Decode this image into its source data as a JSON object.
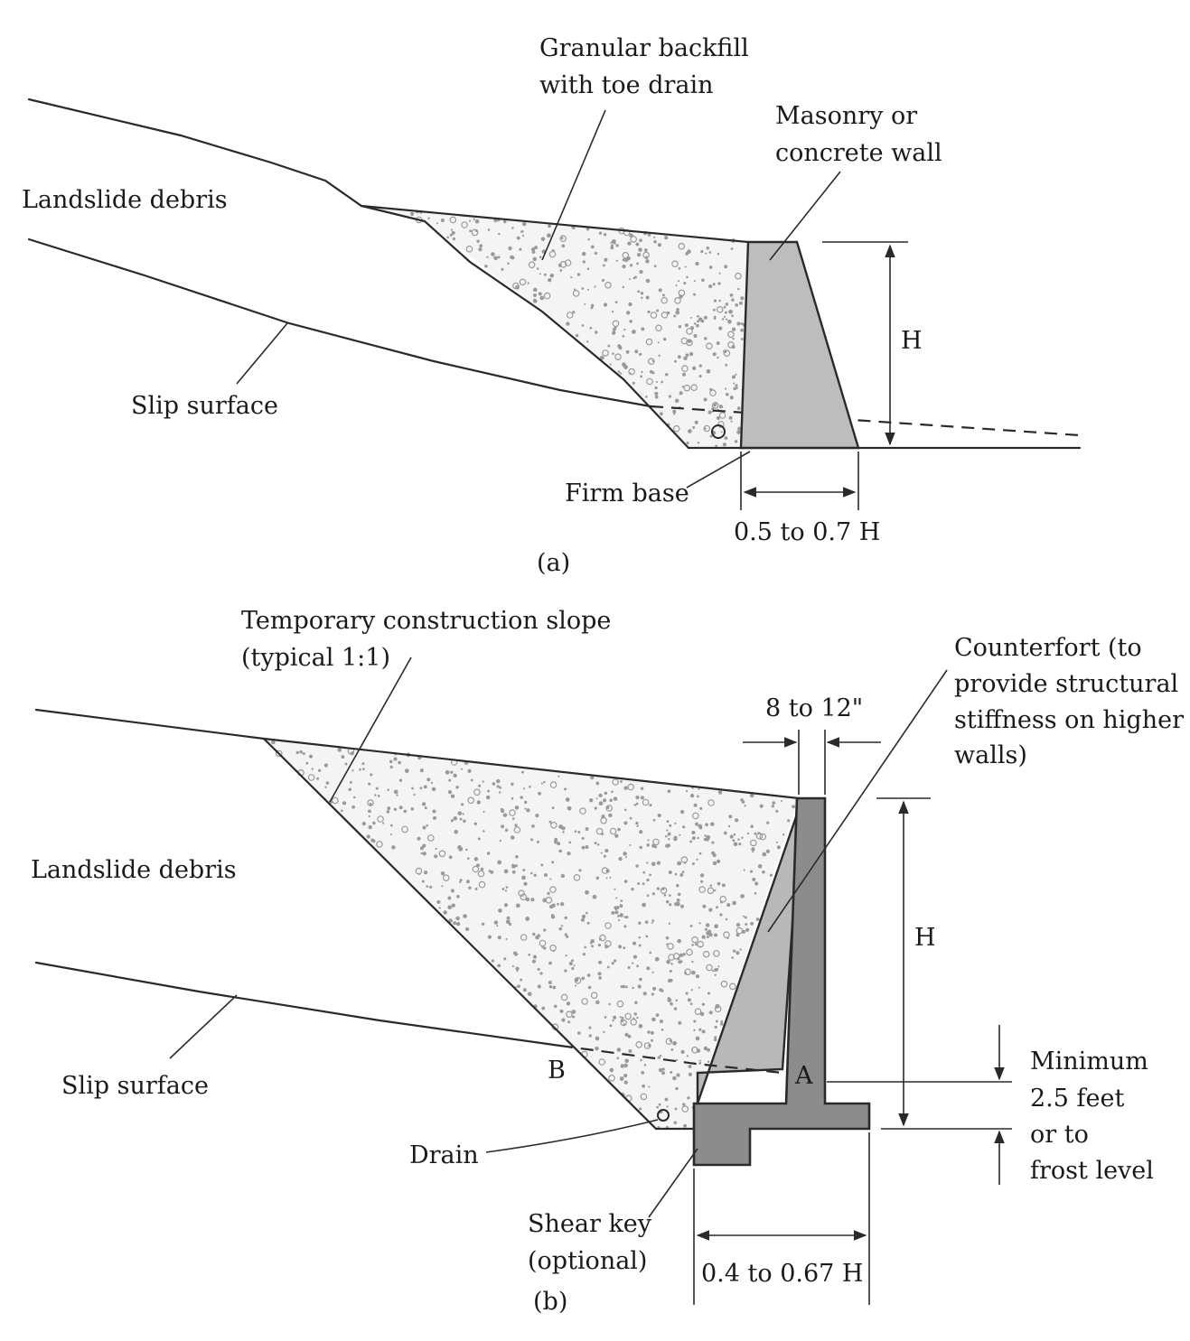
{
  "panel_a": {
    "caption": "(a)",
    "labels": {
      "backfill_line1": "Granular backfill",
      "backfill_line2": "with toe drain",
      "wall_line1": "Masonry or",
      "wall_line2": "concrete wall",
      "debris": "Landslide debris",
      "slip": "Slip surface",
      "base": "Firm base",
      "height": "H",
      "width": "0.5 to 0.7 H"
    }
  },
  "panel_b": {
    "caption": "(b)",
    "labels": {
      "slope_line1": "Temporary construction slope",
      "slope_line2": "(typical 1:1)",
      "counterfort_line1": "Counterfort (to",
      "counterfort_line2": "provide structural",
      "counterfort_line3": "stiffness on higher",
      "counterfort_line4": "walls)",
      "stem": "8 to 12\"",
      "debris": "Landslide debris",
      "height": "H",
      "min_line1": "Minimum",
      "min_line2": "2.5 feet",
      "min_line3": "or to",
      "min_line4": "frost level",
      "slip": "Slip surface",
      "point_b": "B",
      "point_a": "A",
      "drain": "Drain",
      "shear_line1": "Shear key",
      "shear_line2": "(optional)",
      "width": "0.4 to 0.67 H"
    }
  },
  "colors": {
    "wall_fill": "#bdbdbd",
    "footing_fill": "#8c8c8c",
    "counterfort_fill": "#b8b8b8",
    "backfill_fill": "#f4f4f4",
    "dot": "#9a9a9a"
  }
}
